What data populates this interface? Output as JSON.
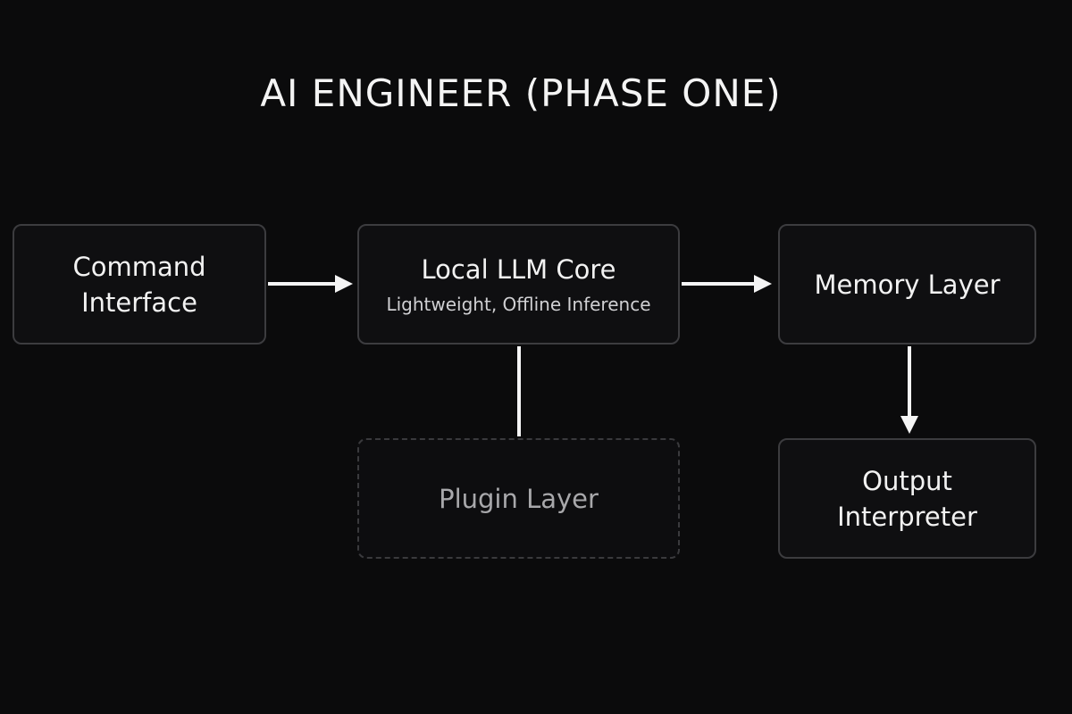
{
  "diagram": {
    "title": "AI ENGINEER (PHASE ONE)",
    "nodes": {
      "command": {
        "label": "Command\nInterface"
      },
      "core": {
        "label": "Local LLM Core",
        "sublabel": "Lightweight, Offline Inference"
      },
      "memory": {
        "label": "Memory Layer"
      },
      "plugin": {
        "label": "Plugin Layer",
        "style": "dashed"
      },
      "output": {
        "label": "Output\nInterpreter"
      }
    },
    "edges": [
      {
        "from": "command",
        "to": "core",
        "arrow": true
      },
      {
        "from": "core",
        "to": "memory",
        "arrow": true
      },
      {
        "from": "memory",
        "to": "output",
        "arrow": true
      },
      {
        "from": "core",
        "to": "plugin",
        "arrow": false
      }
    ],
    "colors": {
      "background": "#0b0b0c",
      "node_border": "#3c3c3f",
      "text": "#f2f2f2",
      "connector": "#f5f5f5",
      "muted_text": "#a8a8ab"
    }
  }
}
